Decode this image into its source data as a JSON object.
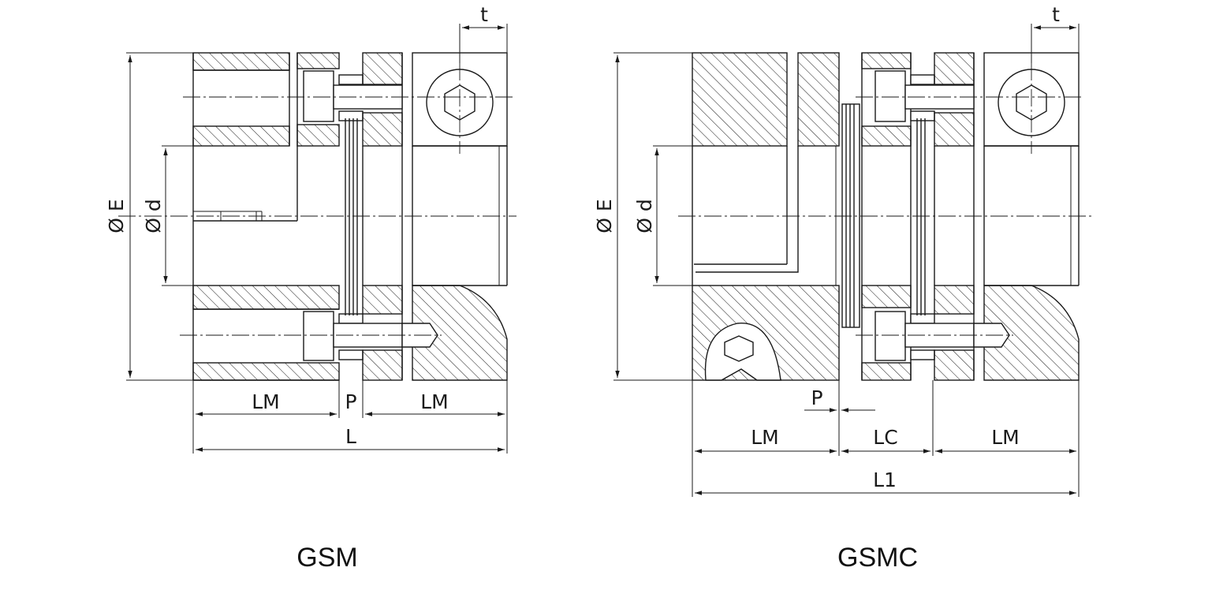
{
  "views": [
    {
      "title": "GSM",
      "dimensions": {
        "outer_diameter": "E",
        "bore_diameter": "d",
        "hub_length_left": "LM",
        "gap": "P",
        "hub_length_right": "LM",
        "total_length": "L",
        "screw_offset": "t"
      }
    },
    {
      "title": "GSMC",
      "dimensions": {
        "outer_diameter": "E",
        "bore_diameter": "d",
        "gap": "P",
        "hub_length_left": "LM",
        "center_length": "LC",
        "hub_length_right": "LM",
        "total_length": "L1",
        "screw_offset": "t"
      }
    }
  ],
  "symbols": {
    "diameter": "Ø"
  },
  "colors": {
    "line": "#1a1a1a",
    "background": "#ffffff"
  }
}
